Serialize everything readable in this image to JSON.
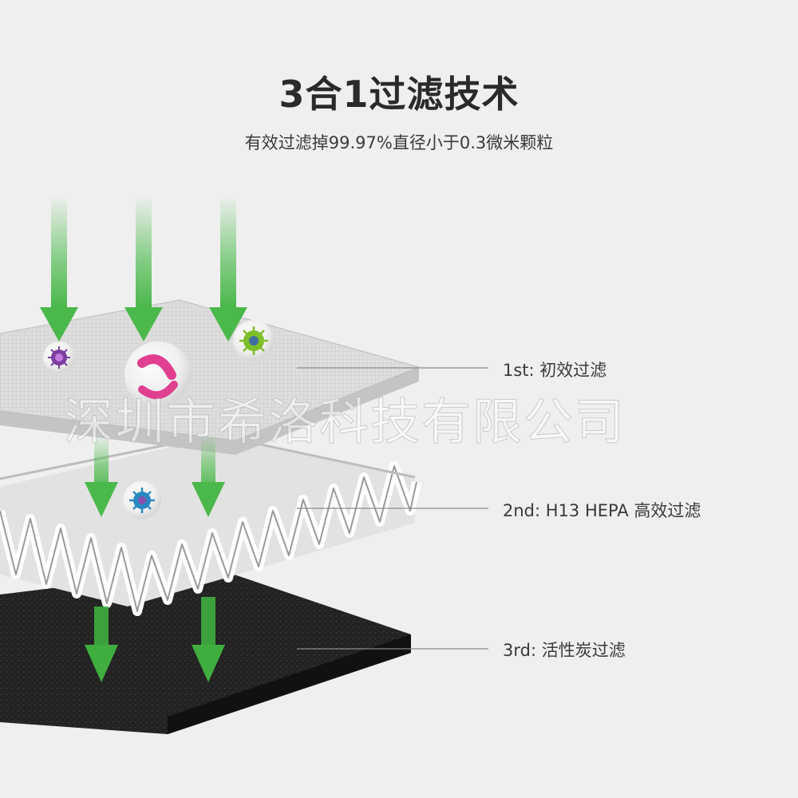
{
  "header": {
    "title": "3合1过滤技术",
    "subtitle": "有效过滤掉99.97%直径小于0.3微米颗粒"
  },
  "layers": [
    {
      "label": "1st: 初效过滤"
    },
    {
      "label": "2nd: H13 HEPA 高效过滤"
    },
    {
      "label": "3rd: 活性炭过滤"
    }
  ],
  "watermark": "深圳市希洛科技有限公司",
  "colors": {
    "background": "#efefef",
    "arrow": "#5cc05c",
    "prefilter": "#dcdcdc",
    "hepa": "#f4f4f4",
    "carbon": "#1e1e1e",
    "leader_line": "#8a8a8a"
  },
  "icons": [
    "virus-purple-icon",
    "bacteria-pink-icon",
    "virus-green-icon",
    "virus-blue-icon"
  ]
}
